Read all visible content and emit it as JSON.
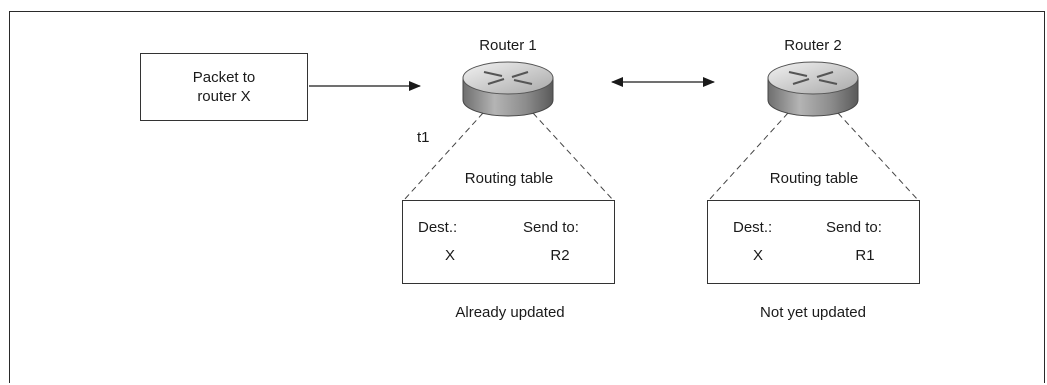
{
  "packet": {
    "line1": "Packet to",
    "line2": "router X"
  },
  "routers": [
    {
      "name": "Router 1",
      "time_label": "t1",
      "table_title": "Routing table",
      "col_dest": "Dest.:",
      "col_send": "Send to:",
      "dest": "X",
      "send_to": "R2",
      "status": "Already updated"
    },
    {
      "name": "Router 2",
      "table_title": "Routing table",
      "col_dest": "Dest.:",
      "col_send": "Send to:",
      "dest": "X",
      "send_to": "R1",
      "status": "Not yet updated"
    }
  ],
  "colors": {
    "router_body": "#9a9a9a",
    "router_top": "#d8d8d8",
    "line": "#2a2a2a"
  },
  "icons": [
    "router-icon",
    "arrow-right-icon",
    "double-arrow-icon"
  ]
}
